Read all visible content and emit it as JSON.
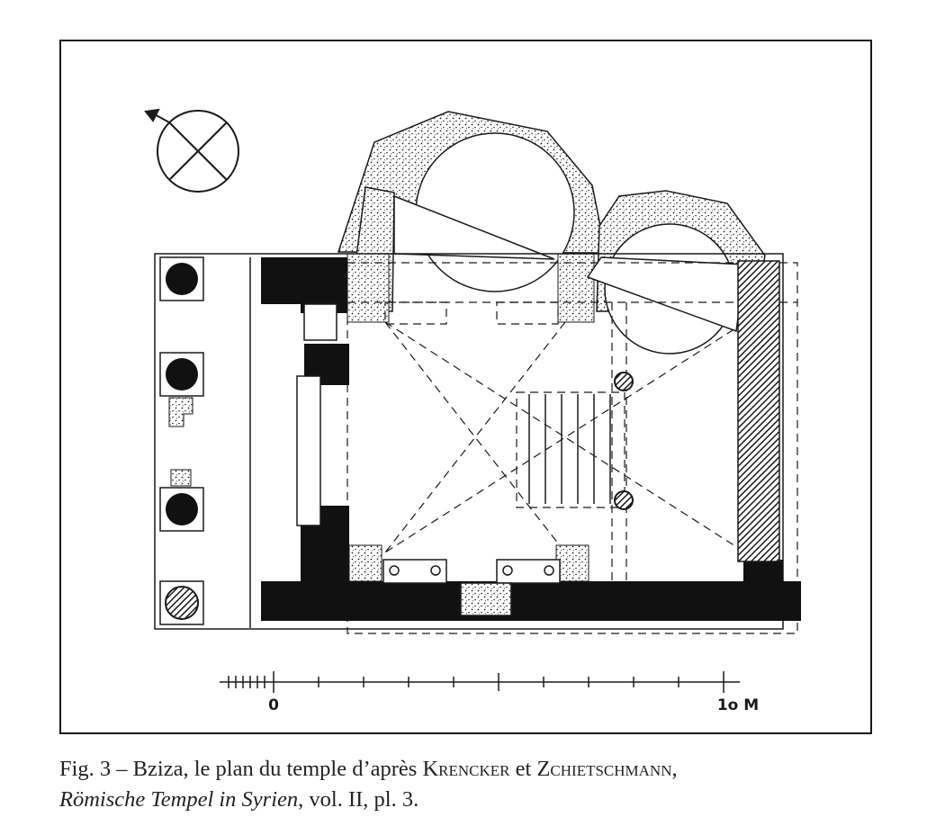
{
  "figure": {
    "scale_bar": {
      "start_label": "0",
      "end_label": "1o M"
    }
  },
  "caption": {
    "prefix": "Fig. 3 – Bziza, le plan du temple d’après ",
    "author1": "Krencker",
    "connector": " et ",
    "author2": "Zchietschmann",
    "comma": ",",
    "book_title": "Römische Tempel in Syrien",
    "suffix": ", vol. II, pl. 3."
  }
}
